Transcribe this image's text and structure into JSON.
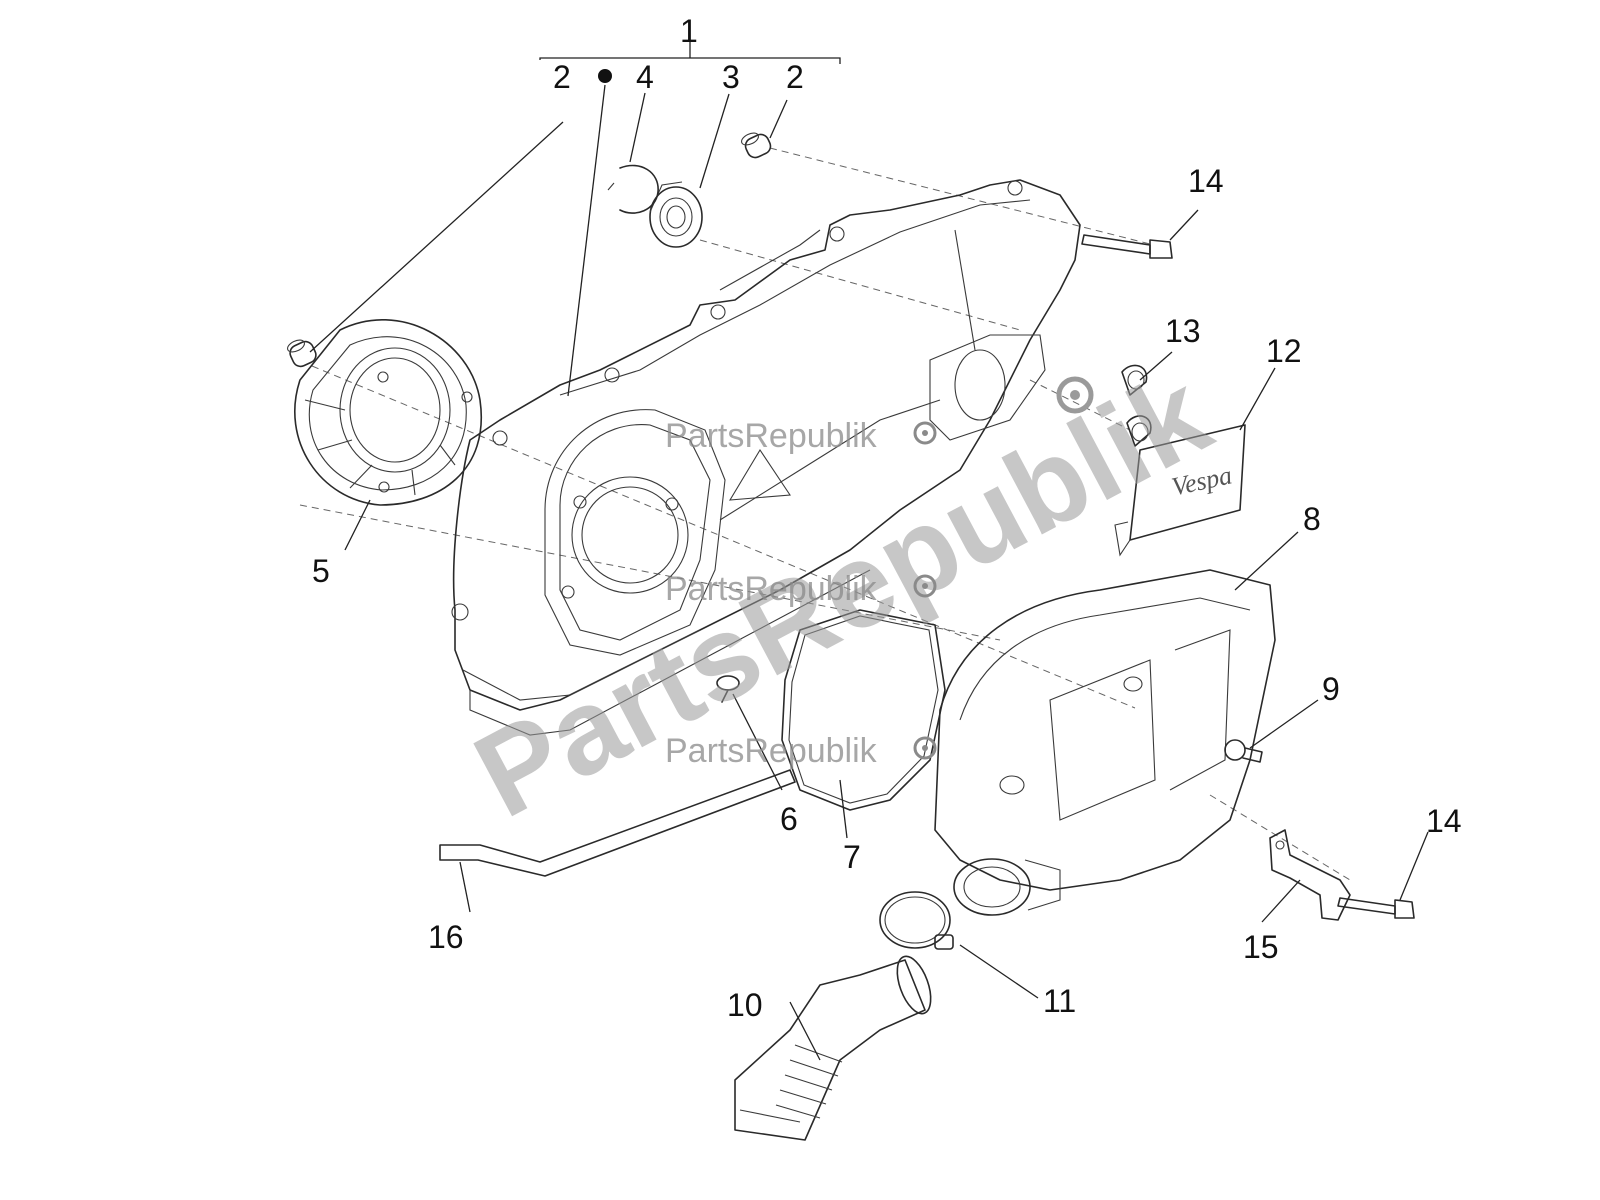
{
  "diagram": {
    "callouts": [
      "1",
      "2",
      "2",
      "3",
      "4",
      "5",
      "6",
      "7",
      "8",
      "9",
      "10",
      "11",
      "12",
      "13",
      "14",
      "14",
      "15",
      "16"
    ],
    "watermark": {
      "small_text": "PartsRepublik",
      "large_text": "PartsRepublik"
    },
    "emblem_text": "Vespa"
  },
  "colors": {
    "line": "#2a2a2a",
    "watermark": "#8a8a8a",
    "background": "#ffffff"
  }
}
